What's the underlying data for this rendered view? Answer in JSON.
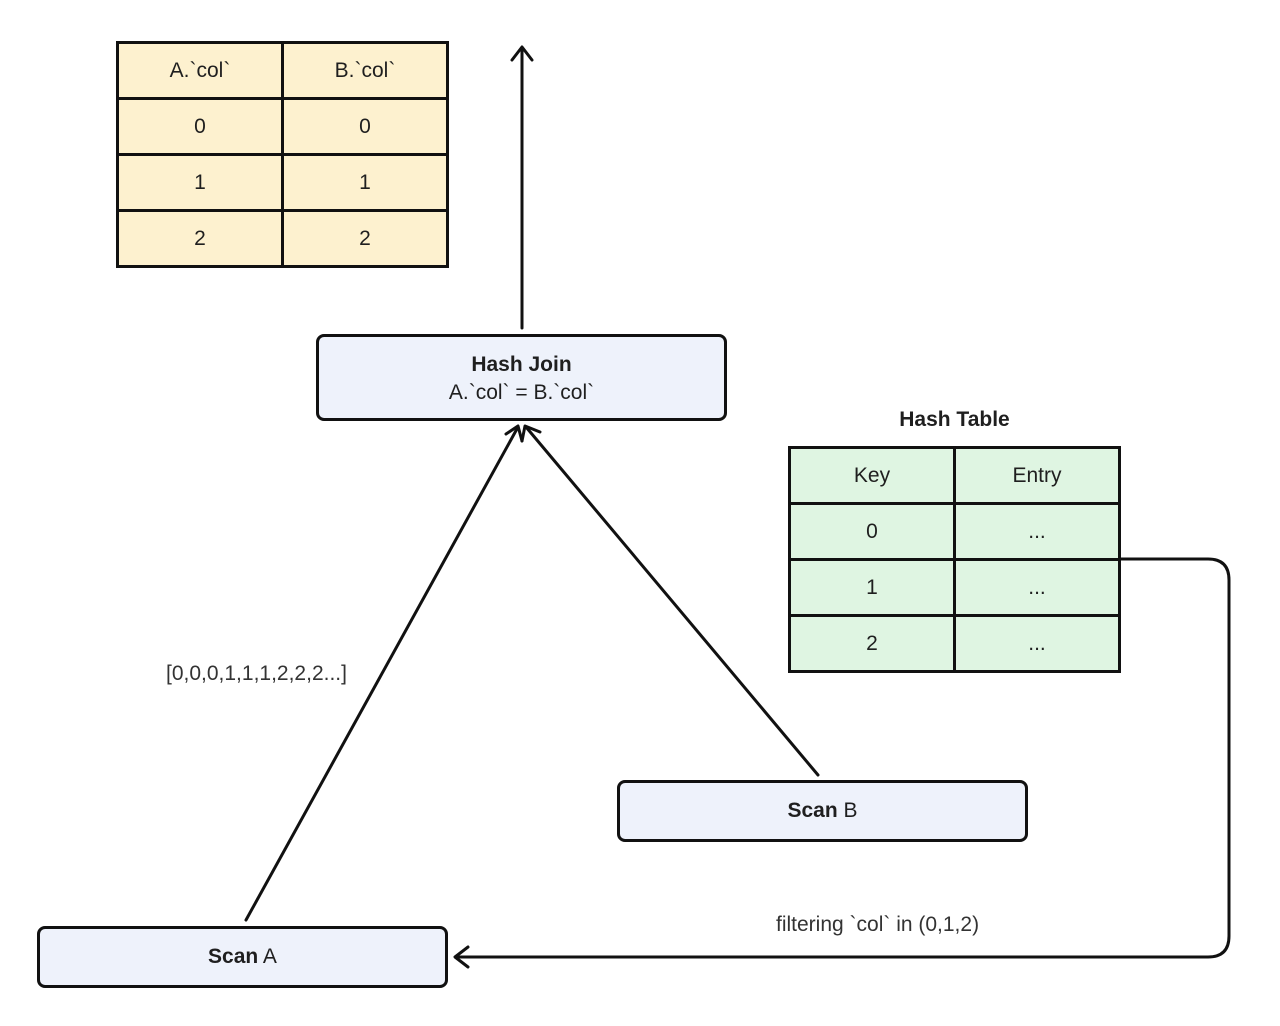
{
  "result_table": {
    "headers": [
      "A.`col`",
      "B.`col`"
    ],
    "rows": [
      [
        "0",
        "0"
      ],
      [
        "1",
        "1"
      ],
      [
        "2",
        "2"
      ]
    ]
  },
  "hash_join": {
    "title": "Hash Join",
    "condition": "A.`col` = B.`col`"
  },
  "hash_table": {
    "title": "Hash Table",
    "headers": [
      "Key",
      "Entry"
    ],
    "rows": [
      [
        "0",
        "..."
      ],
      [
        "1",
        "..."
      ],
      [
        "2",
        "..."
      ]
    ]
  },
  "scan_a": {
    "bold": "Scan",
    "rest": " A"
  },
  "scan_b": {
    "bold": "Scan",
    "rest": " B"
  },
  "stream_label": "[0,0,0,1,1,1,2,2,2...]",
  "filter_label": "filtering `col` in (0,1,2)",
  "colors": {
    "result_table_fill": "#fdf1cf",
    "hash_table_fill": "#dff5e2",
    "node_fill": "#eef2fb",
    "line": "#111111"
  }
}
